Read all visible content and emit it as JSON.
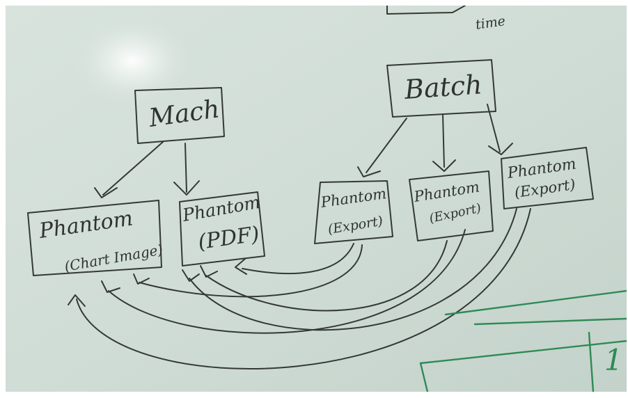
{
  "colors": {
    "board": "#c9d7d0",
    "ink": "#343834",
    "green_ink": "#2f8a55",
    "frame": "#ffffff"
  },
  "labels": {
    "top_note": "time",
    "mach": "Mach",
    "batch": "Batch",
    "chart_line1": "Phantom",
    "chart_line2": "(Chart Image)",
    "pdf_line1": "Phantom",
    "pdf_line2": "(PDF)",
    "export1_line1": "Phantom",
    "export1_line2": "(Export)",
    "export2_line1": "Phantom",
    "export2_line2": "(Export)",
    "export3_line1": "Phantom",
    "export3_line2": "(Export)",
    "corner_number": "1"
  }
}
